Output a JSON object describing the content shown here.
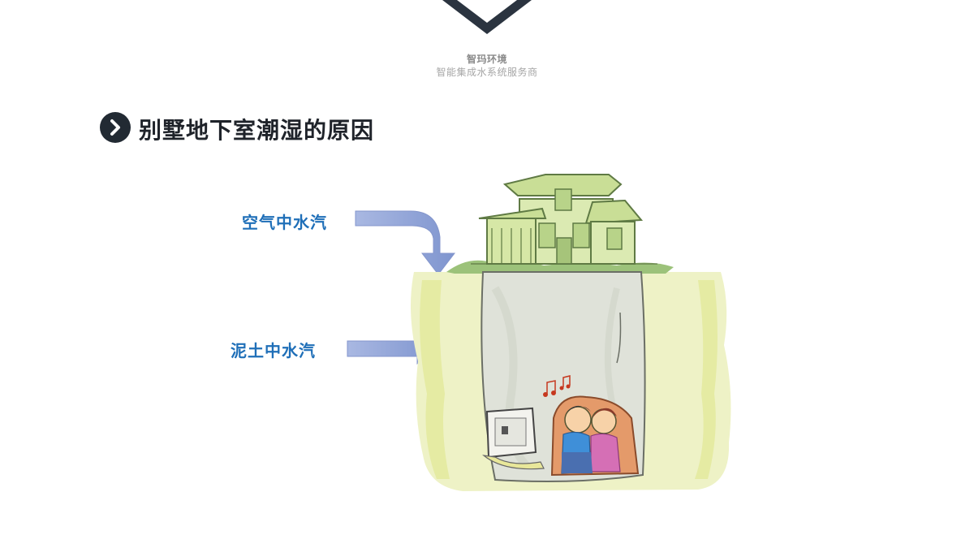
{
  "brand": {
    "name": "智玛环境",
    "tagline": "智能集成水系统服务商"
  },
  "section": {
    "title": "别墅地下室潮湿的原因"
  },
  "labels": {
    "air_moisture": "空气中水汽",
    "soil_moisture": "泥土中水汽"
  },
  "icons": {
    "bullet": "chevron-right-icon",
    "logo": "chevron-down-icon"
  },
  "colors": {
    "label_blue": "#1f6fb8",
    "arrow_fill": "#8fa3d6",
    "title_dark": "#1f232a",
    "bullet_dark": "#222a33",
    "logo_dark": "#2b3440"
  }
}
